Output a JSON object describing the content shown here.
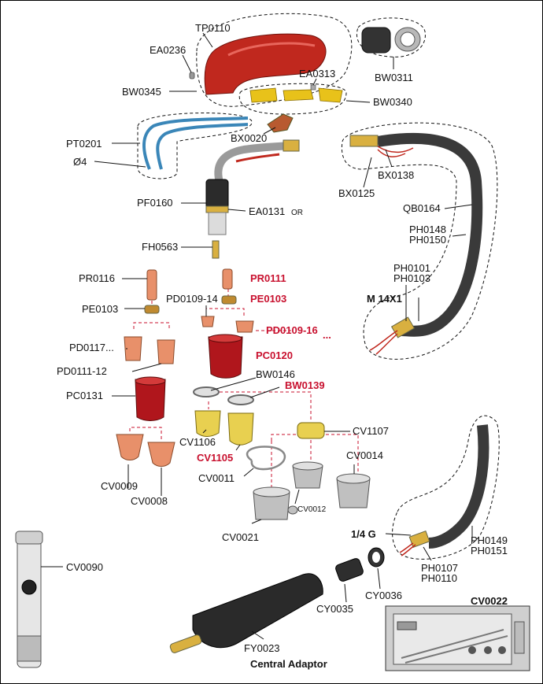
{
  "labels": {
    "tp0110": "TP0110",
    "ea0236": "EA0236",
    "bw0345": "BW0345",
    "bw0311": "BW0311",
    "ea0313": "EA0313",
    "bw0340": "BW0340",
    "pt0201": "PT0201",
    "phi4": "Ø4",
    "bx0020": "BX0020",
    "bx0138": "BX0138",
    "bx0125": "BX0125",
    "pf0160": "PF0160",
    "ea0131": "EA0131",
    "ea0131_or": "OR",
    "qb0164": "QB0164",
    "ph0148": "PH0148",
    "ph0150": "PH0150",
    "fh0563": "FH0563",
    "ph0101": "PH0101",
    "ph0103": "PH0103",
    "m14x1": "M 14X1",
    "pr0116": "PR0116",
    "pr0111": "PR0111",
    "pd0109_14": "PD0109-14",
    "pe0103_a": "PE0103",
    "pe0103_b": "PE0103",
    "pd0109_16": "PD0109-16",
    "pd0109_16_dots": "...",
    "pd0117": "PD0117...",
    "pc0120": "PC0120",
    "pd0111_12": "PD0111-12",
    "bw0146": "BW0146",
    "bw0139": "BW0139",
    "pc0131": "PC0131",
    "cv1106": "CV1106",
    "cv1107": "CV1107",
    "cv1105": "CV1105",
    "cv0014": "CV0014",
    "cv0009": "CV0009",
    "cv0011": "CV0011",
    "cv0008": "CV0008",
    "cv0012": "CV0012",
    "cv0021": "CV0021",
    "quarter_g": "1/4 G",
    "ph0149": "PH0149",
    "ph0151": "PH0151",
    "cv0090": "CV0090",
    "ph0107": "PH0107",
    "ph0110": "PH0110",
    "cy0036": "CY0036",
    "cy0035": "CY0035",
    "cv0022": "CV0022",
    "fy0023": "FY0023",
    "central_adaptor": "Central Adaptor"
  },
  "colors": {
    "handle_red": "#c0281e",
    "insulator_yellow": "#e8c21a",
    "copper": "#e8906a",
    "brass": "#d9b040",
    "cup_red": "#b0161c",
    "steel": "#bfbfbf",
    "cable_dark": "#3a3a3a",
    "hose_blue": "#3a86b8",
    "label_red": "#c8102e"
  }
}
